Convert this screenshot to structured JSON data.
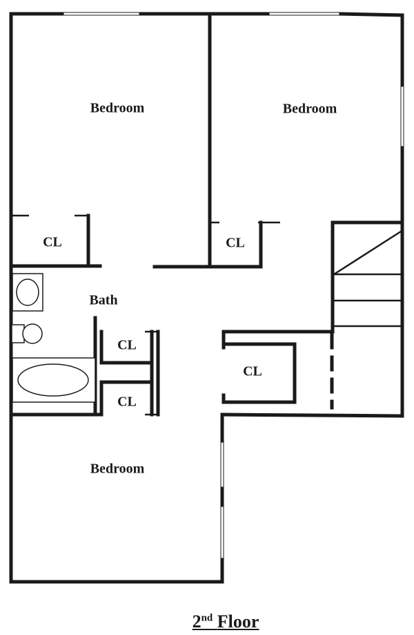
{
  "rooms": {
    "bedroom_top_left": "Bedroom",
    "bedroom_top_right": "Bedroom",
    "bedroom_bottom": "Bedroom",
    "bath": "Bath",
    "closet_top_left": "CL",
    "closet_top_middle": "CL",
    "closet_hall_upper": "CL",
    "closet_hall_lower": "CL",
    "closet_center": "CL"
  },
  "title": {
    "number": "2",
    "suffix": "nd",
    "text": "Floor"
  }
}
